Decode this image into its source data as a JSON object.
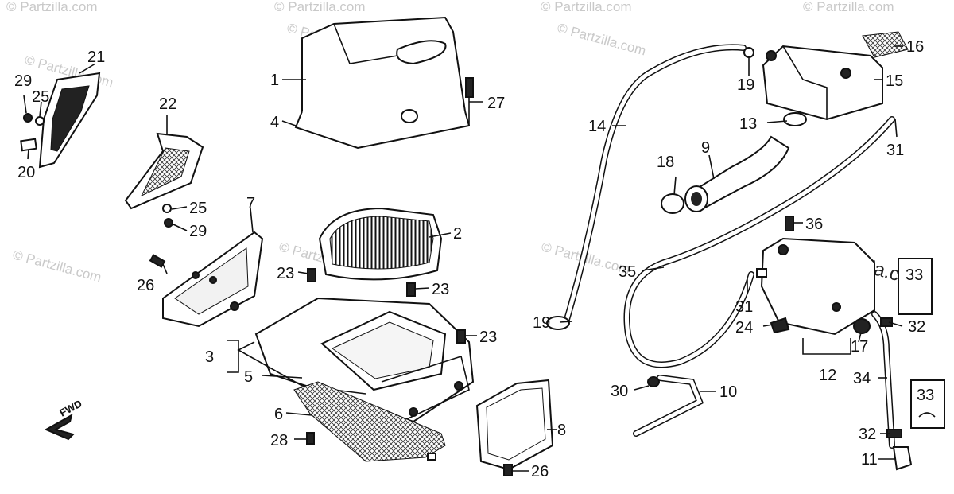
{
  "watermark": {
    "text": "© Partzilla.com"
  },
  "direction_marker": {
    "label": "FWD"
  },
  "callouts": {
    "c1": "1",
    "c2": "2",
    "c3": "3",
    "c4": "4",
    "c5": "5",
    "c6": "6",
    "c7": "7",
    "c8": "8",
    "c9": "9",
    "c10": "10",
    "c11": "11",
    "c12": "12",
    "c13": "13",
    "c14": "14",
    "c15": "15",
    "c16": "16",
    "c17": "17",
    "c18": "18",
    "c19a": "19",
    "c19b": "19",
    "c20": "20",
    "c21": "21",
    "c22": "22",
    "c23a": "23",
    "c23b": "23",
    "c23c": "23",
    "c24": "24",
    "c25a": "25",
    "c25b": "25",
    "c26a": "26",
    "c26b": "26",
    "c27": "27",
    "c28": "28",
    "c29a": "29",
    "c29b": "29",
    "c30": "30",
    "c31a": "31",
    "c31b": "31",
    "c32a": "32",
    "c32b": "32",
    "c33a": "33",
    "c33b": "33",
    "c34": "34",
    "c35": "35",
    "c36": "36"
  }
}
